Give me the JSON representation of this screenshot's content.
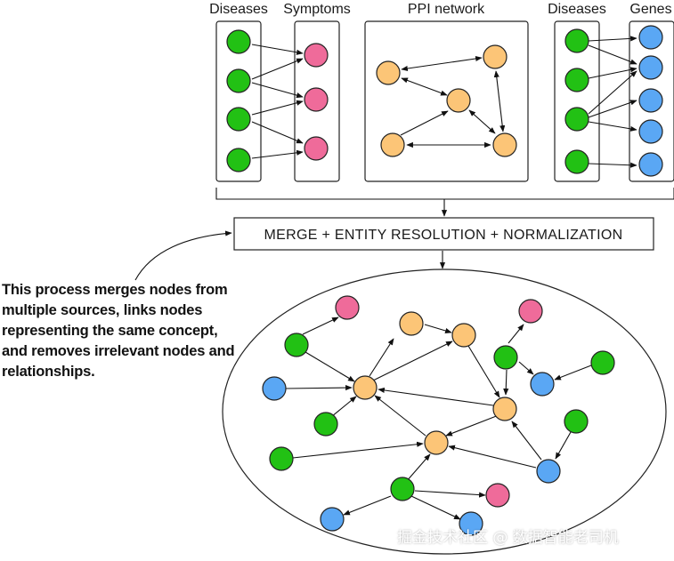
{
  "headers": {
    "diseases_left": "Diseases",
    "symptoms": "Symptoms",
    "ppi_network": "PPI network",
    "diseases_right": "Diseases",
    "genes": "Genes"
  },
  "merge_step": "MERGE + ENTITY RESOLUTION + NORMALIZATION",
  "annotation": "This process merges nodes from multiple sources, links nodes representing the same concept, and removes irrelevant nodes and relationships.",
  "watermark": "掘金技术社区 @ 数据智能老司机",
  "colors": {
    "disease": "#22c114",
    "symptom": "#ef6b9a",
    "protein": "#fcc577",
    "gene": "#5aa7f4"
  }
}
